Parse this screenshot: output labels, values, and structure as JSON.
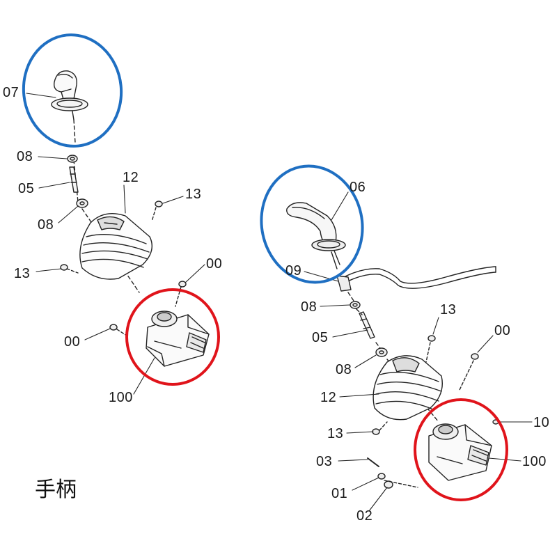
{
  "diagram": {
    "caption": "手柄",
    "highlight_colors": {
      "blue": "#1f6fc2",
      "red": "#e0141b"
    },
    "left_assembly": {
      "labels": {
        "p07": "07",
        "p08a": "08",
        "p05": "05",
        "p08b": "08",
        "p12": "12",
        "p13a": "13",
        "p13b": "13",
        "p00a": "00",
        "p00b": "00",
        "p100": "100"
      }
    },
    "right_assembly": {
      "labels": {
        "p06": "06",
        "p09": "09",
        "p08a": "08",
        "p05": "05",
        "p08b": "08",
        "p12": "12",
        "p13a": "13",
        "p13b": "13",
        "p00": "00",
        "p10": "10",
        "p100": "100",
        "p03": "03",
        "p01": "01",
        "p02": "02"
      }
    }
  }
}
